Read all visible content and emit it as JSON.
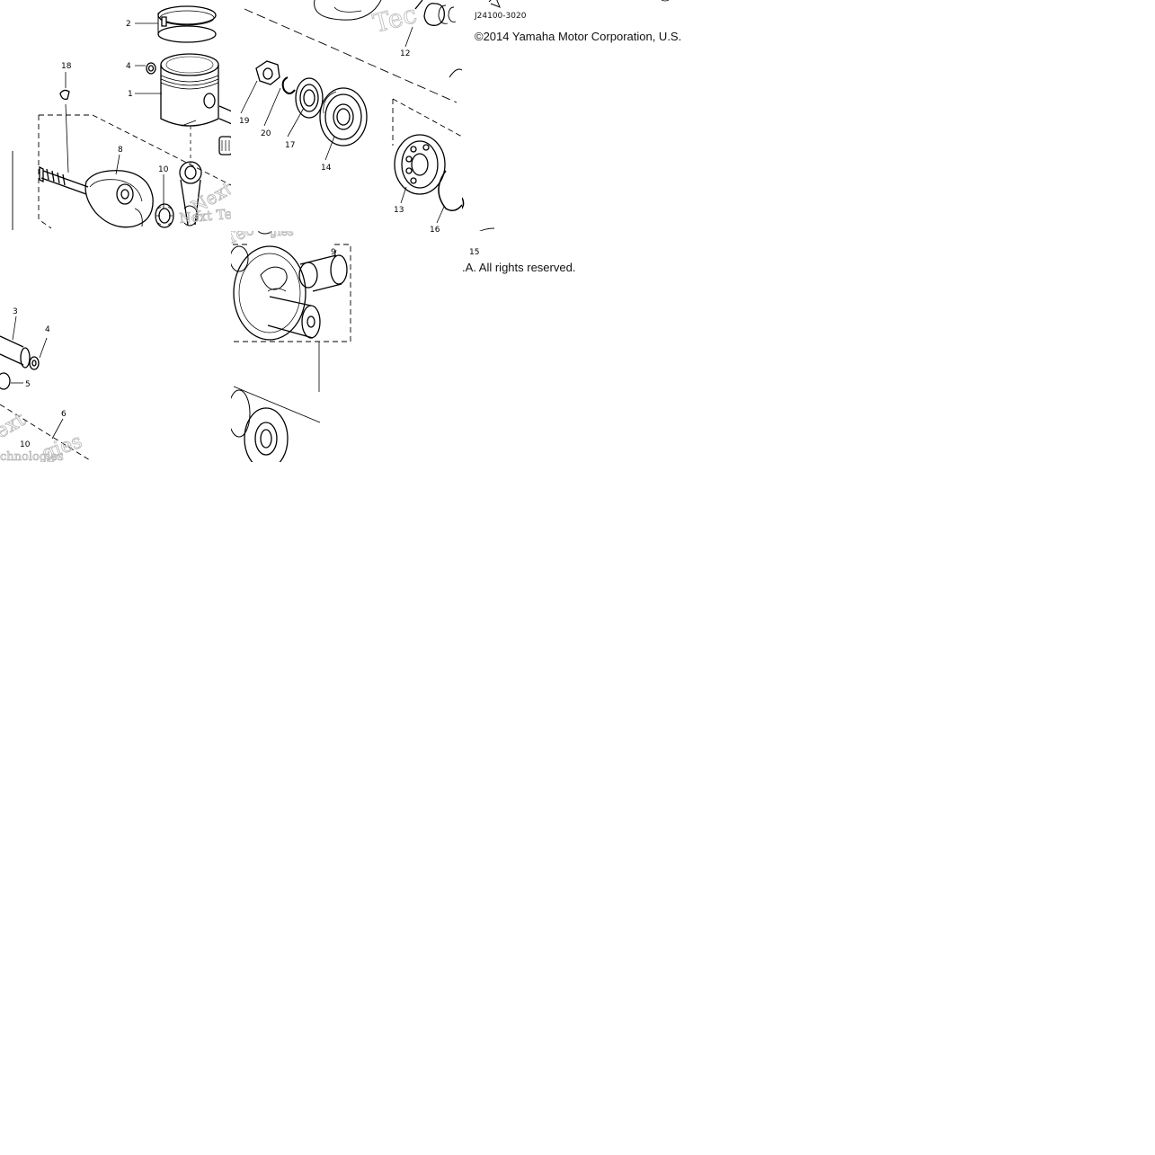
{
  "diagram": {
    "copyright_line": "©2014 Yamaha Motor Corporation, U.S.",
    "copyright_tail": ".A. All rights reserved.",
    "figure_code": "J24100-3020",
    "callouts": {
      "c1": "1",
      "c2": "2",
      "c4a": "4",
      "c18": "18",
      "c8": "8",
      "c10a": "10",
      "c19": "19",
      "c20": "20",
      "c17": "17",
      "c14": "14",
      "c12": "12",
      "c13": "13",
      "c16": "16",
      "c15": "15",
      "c9": "9",
      "c3": "3",
      "c4b": "4",
      "c5": "5",
      "c6": "6",
      "c10b": "10"
    },
    "watermarks": [
      "Next Technologies",
      "Next Technologies",
      "Next Technologies",
      "Next Technologies"
    ]
  }
}
